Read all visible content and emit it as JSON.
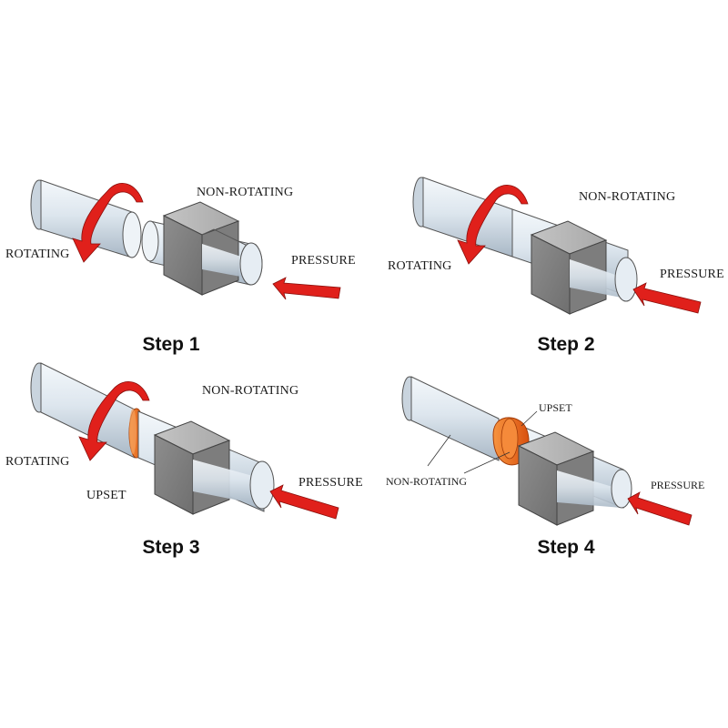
{
  "labels": {
    "rotating": "ROTATING",
    "non_rotating": "NON-ROTATING",
    "pressure": "PRESSURE",
    "upset": "UPSET"
  },
  "steps": [
    {
      "title": "Step 1"
    },
    {
      "title": "Step 2"
    },
    {
      "title": "Step 3"
    },
    {
      "title": "Step 4"
    }
  ],
  "colors": {
    "arrow": "#e0201b",
    "upset_ring": "#f06a1c",
    "bar": "#d8e3ec",
    "clamp": "#9a9a9a"
  }
}
